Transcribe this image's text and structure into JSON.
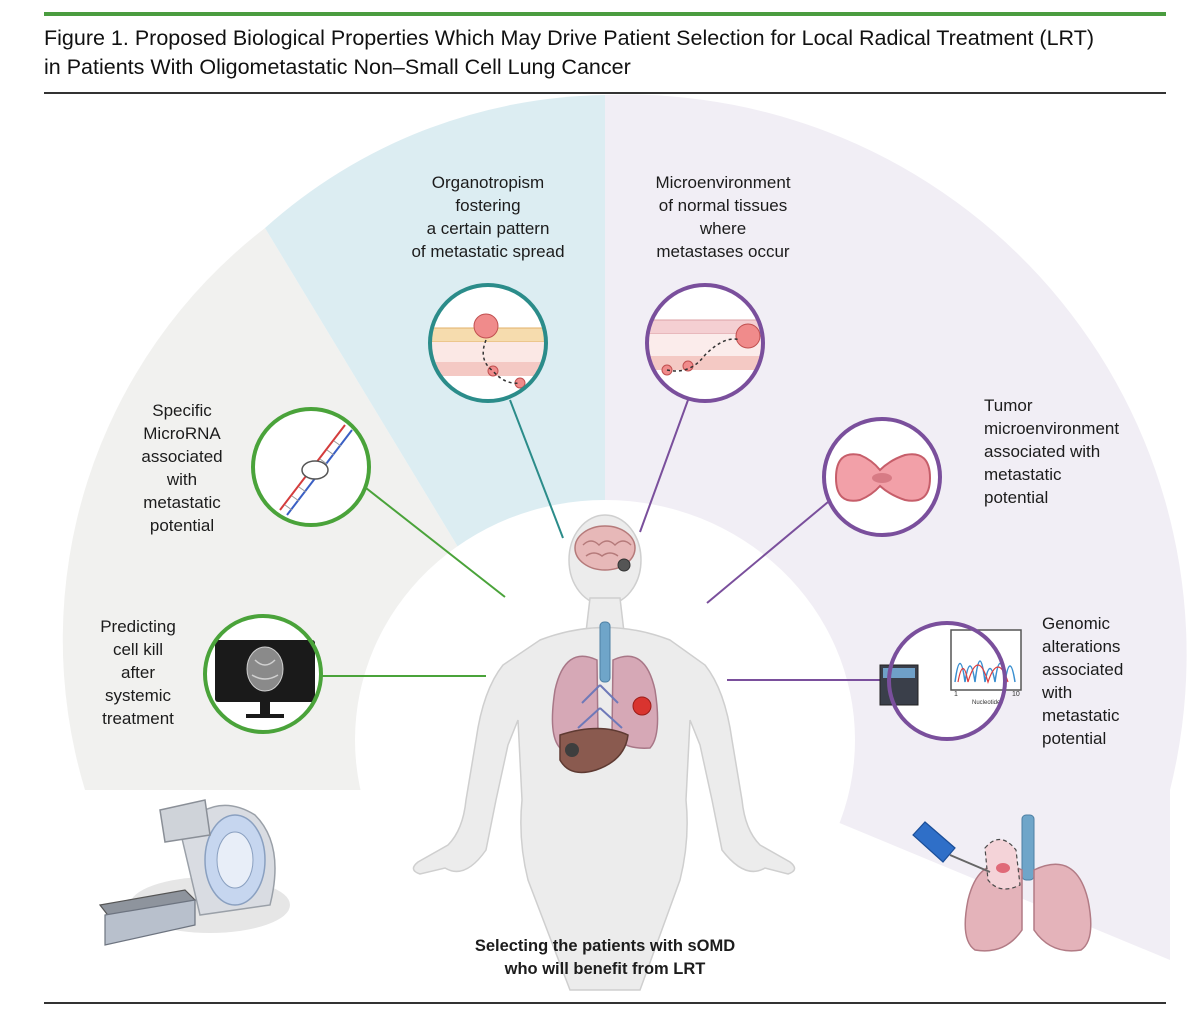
{
  "figure": {
    "title_line1": "Figure 1. Proposed Biological Properties Which May Drive Patient Selection for Local Radical Treatment (LRT)",
    "title_line2": "in Patients With Oligometastatic Non–Small Cell Lung Cancer"
  },
  "properties": {
    "organotropism": "Organotropism\nfostering\na certain pattern\nof metastatic spread",
    "microenvironment_normal": "Microenvironment\nof normal tissues\nwhere\nmetastases occur",
    "microrna": "Specific\nMicroRNA\nassociated\nwith\nmetastatic\npotential",
    "tumor_microenvironment": "Tumor\nmicroenvironment\nassociated with\nmetastatic\npotential",
    "predicting_cell_kill": "Predicting\ncell kill\nafter\nsystemic\ntreatment",
    "genomic_alterations": "Genomic\nalterations\nassociated\nwith\nmetastatic\npotential"
  },
  "center_caption": "Selecting the patients with sOMD\nwho will benefit from LRT",
  "sequencer": {
    "axis_start": "1",
    "axis_end": "10",
    "axis_label": "Nucleotide"
  },
  "colors": {
    "green": "#4aa33a",
    "teal": "#2b8c8a",
    "purple": "#7a4f9c",
    "sector_blue": "#dcedf2",
    "sector_gray": "#f1f1ef",
    "sector_lavender": "#f1eef5"
  }
}
